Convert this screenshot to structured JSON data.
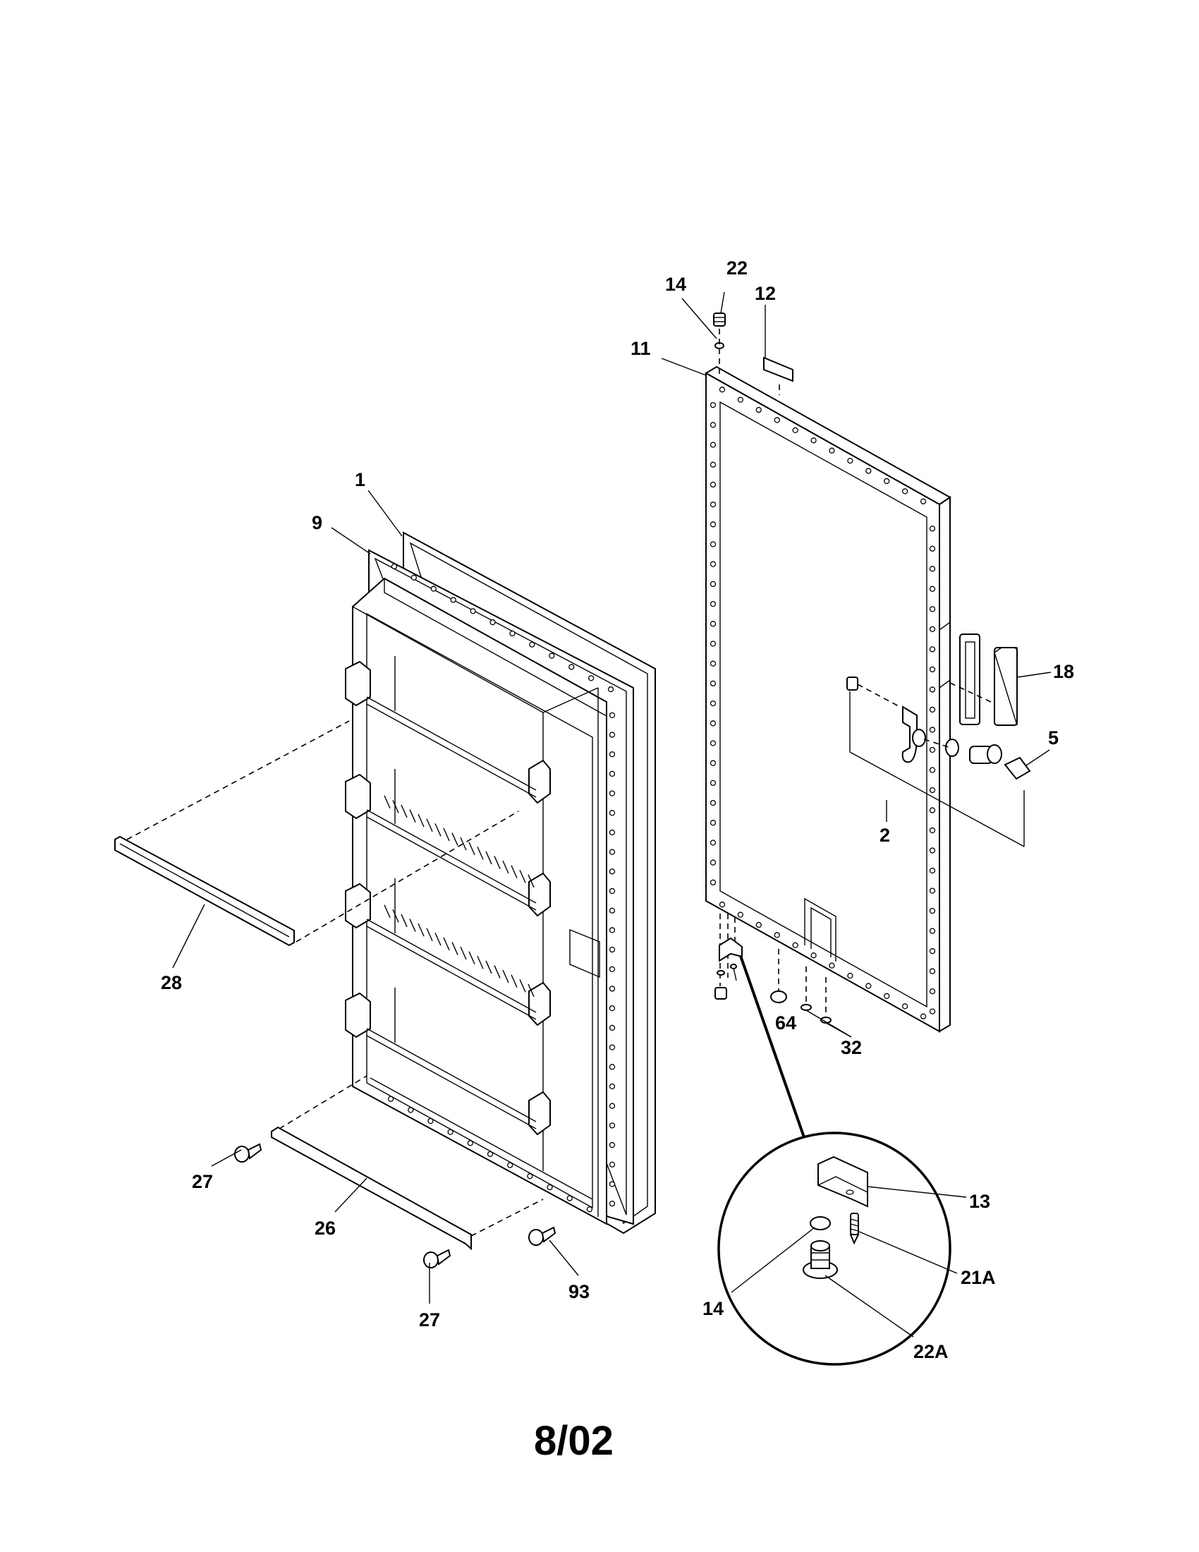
{
  "labels": {
    "l1": "1",
    "l9": "9",
    "l11": "11",
    "l12": "12",
    "l14_top": "14",
    "l22": "22",
    "l18": "18",
    "l5": "5",
    "l2": "2",
    "l28": "28",
    "l64": "64",
    "l32": "32",
    "l27_a": "27",
    "l26": "26",
    "l27_b": "27",
    "l93": "93",
    "l13": "13",
    "l21A": "21A",
    "l14_detail": "14",
    "l22A": "22A"
  },
  "date": "8/02"
}
